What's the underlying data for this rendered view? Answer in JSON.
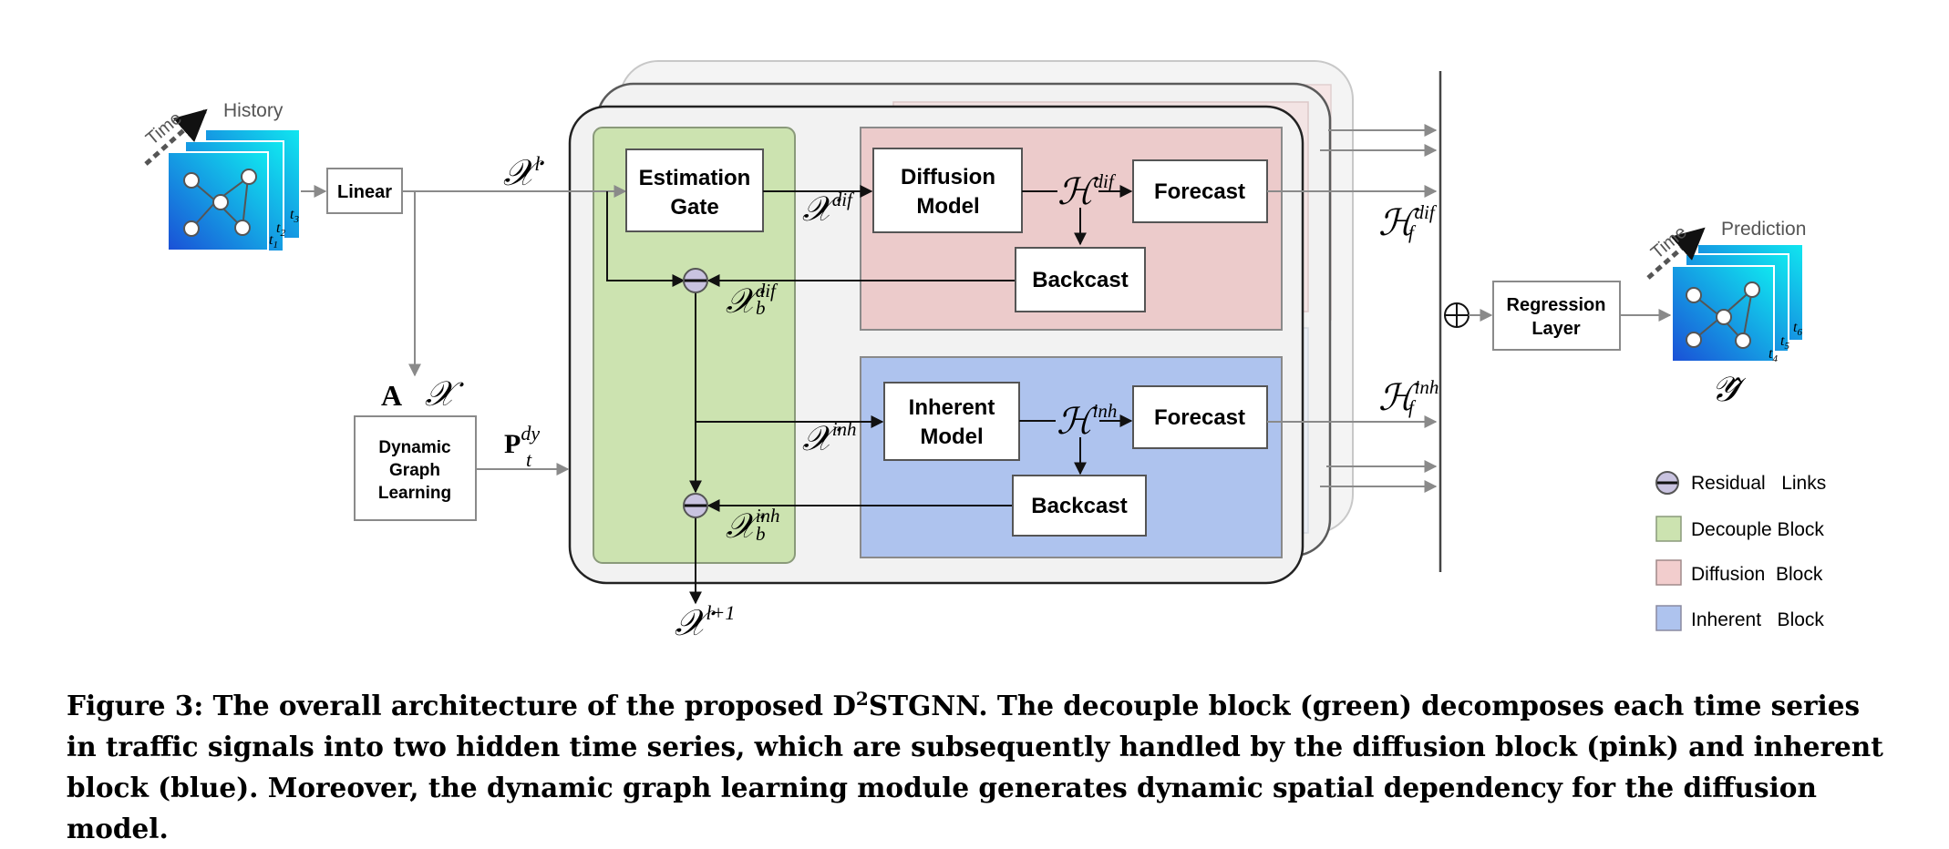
{
  "inputs": {
    "history_label": "History",
    "time_label": "Time",
    "t1": "t",
    "t1_sub": "1",
    "t2": "t",
    "t2_sub": "2",
    "t3": "t",
    "t3_sub": "3",
    "linear_label": "Linear"
  },
  "dynamic_graph": {
    "line1": "Dynamic",
    "line2": "Graph",
    "line3": "Learning",
    "A": "A",
    "X": "𝒳",
    "P": "P",
    "P_sup": "dy",
    "P_sub": "t"
  },
  "decouple": {
    "estimation_gate_line1": "Estimation",
    "estimation_gate_line2": "Gate",
    "X_l": "𝒳",
    "X_l_sup": "l",
    "X_dif": "𝒳",
    "X_dif_sup": "dif",
    "X_inh": "𝒳",
    "X_inh_sup": "inh",
    "X_b_dif": "𝒳",
    "X_b_dif_sup": "dif",
    "X_b_dif_sub": "b",
    "X_b_inh": "𝒳",
    "X_b_inh_sup": "inh",
    "X_b_inh_sub": "b",
    "X_next": "𝒳",
    "X_next_sup": "l+1"
  },
  "diffusion": {
    "model_line1": "Diffusion",
    "model_line2": "Model",
    "H": "ℋ",
    "H_sup": "dif",
    "forecast": "Forecast",
    "backcast": "Backcast",
    "Hf": "ℋ",
    "Hf_sup": "dif",
    "Hf_sub": "f"
  },
  "inherent": {
    "model_line1": "Inherent",
    "model_line2": "Model",
    "H": "ℋ",
    "H_sup": "inh",
    "forecast": "Forecast",
    "backcast": "Backcast",
    "Hf": "ℋ",
    "Hf_sup": "inh",
    "Hf_sub": "f"
  },
  "output": {
    "sum_symbol": "⊕",
    "regression_line1": "Regression",
    "regression_line2": "Layer",
    "prediction_label": "Prediction",
    "time_label": "Time",
    "t4": "t",
    "t4_sub": "4",
    "t5": "t",
    "t5_sub": "5",
    "t6": "t",
    "t6_sub": "6",
    "y_hat": "𝒴̂"
  },
  "legend": [
    {
      "label": "Residual   Links",
      "color": "#c9c3e0"
    },
    {
      "label": "Decouple Block",
      "color": "#cce3b0"
    },
    {
      "label": "Diffusion  Block",
      "color": "#f2cdcd"
    },
    {
      "label": "Inherent   Block",
      "color": "#aec3ee"
    }
  ],
  "colors": {
    "decouple": "#cce3b0",
    "diffusion": "#eccbcb",
    "inherent": "#aec3ee",
    "frame": "#f2f2f2",
    "arrow": "#8a8a8a",
    "cube_dark": "#1a4fd6",
    "cube_light": "#10e8f0"
  },
  "caption": {
    "prefix": "Figure 3: The overall architecture of the proposed D",
    "sup": "2",
    "rest": "STGNN. The decouple block (green) decomposes each time series in traffic signals into two hidden time series, which are subsequently handled by the diffusion block (pink) and inherent block (blue). Moreover, the dynamic graph learning module generates dynamic spatial dependency for the diffusion model."
  }
}
